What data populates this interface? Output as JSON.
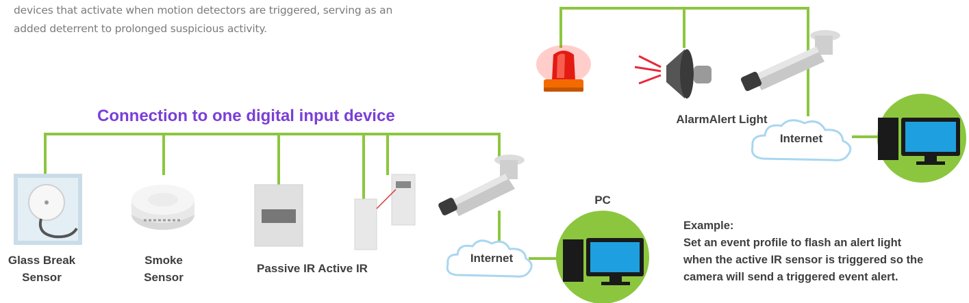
{
  "intro": {
    "line1": "devices that activate when motion detectors are triggered, serving as an",
    "line2": "added deterrent to prolonged suspicious activity."
  },
  "heading": "Connection to one digital input device",
  "inputs": {
    "glass_break": {
      "line1": "Glass Break",
      "line2": "Sensor"
    },
    "smoke": {
      "line1": "Smoke",
      "line2": "Sensor"
    },
    "passive_active_ir": "Passive IR Active IR"
  },
  "network": {
    "internet_left": "Internet",
    "internet_right": "Internet",
    "pc": "PC"
  },
  "outputs": {
    "alarm_alert_light": "AlarmAlert Light"
  },
  "example": {
    "title": "Example:",
    "line1": "Set an event profile to flash an alert light",
    "line2": "when the active IR sensor is triggered so the",
    "line3": "camera will send a triggered event alert."
  },
  "colors": {
    "wire": "#8cc63f",
    "heading": "#7a3fd6",
    "pc_circle": "#8cc63f",
    "monitor_screen": "#1ea0e0"
  }
}
